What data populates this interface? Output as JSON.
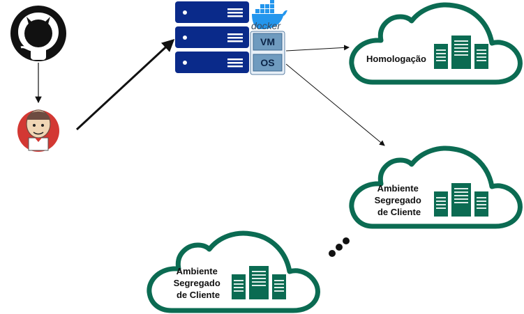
{
  "colors": {
    "cloud_stroke": "#0b6b52",
    "server_fill": "#0b6b52",
    "rack_fill": "#0a2a8a",
    "vm_box_fill": "#6f9bbf",
    "docker_blue": "#2496ed",
    "github_black": "#111111",
    "jenkins_red": "#d33833"
  },
  "icons": {
    "github": "github-icon",
    "jenkins": "jenkins-icon",
    "docker": "docker-whale-icon",
    "server": "server-rack-icon",
    "ellipsis": "ellipsis-dots-icon"
  },
  "docker_label": "docker",
  "vm_label": "VM",
  "os_label": "OS",
  "clouds": {
    "homologacao": {
      "lines": [
        "Homologação"
      ]
    },
    "cliente_1": {
      "lines": [
        "Ambiente",
        "Segregado",
        "de Cliente"
      ]
    },
    "cliente_2": {
      "lines": [
        "Ambiente",
        "Segregado",
        "de Cliente"
      ]
    }
  }
}
